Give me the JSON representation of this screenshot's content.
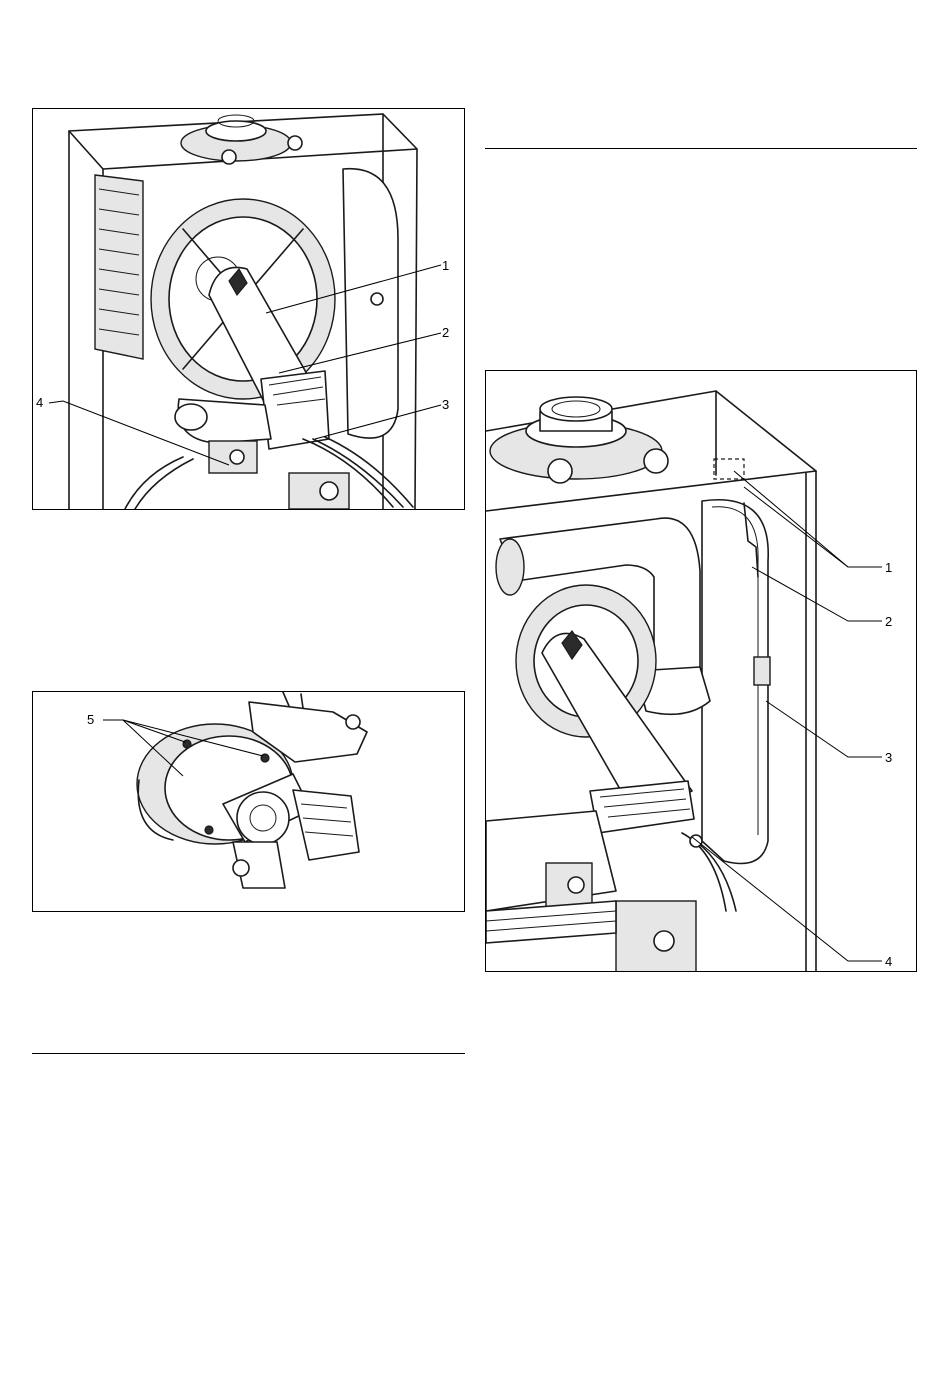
{
  "figure_1": {
    "callouts": [
      "1",
      "2",
      "3",
      "4"
    ]
  },
  "figure_2": {
    "callouts": [
      "5"
    ]
  },
  "figure_3": {
    "callouts": [
      "1",
      "2",
      "3",
      "4"
    ]
  }
}
